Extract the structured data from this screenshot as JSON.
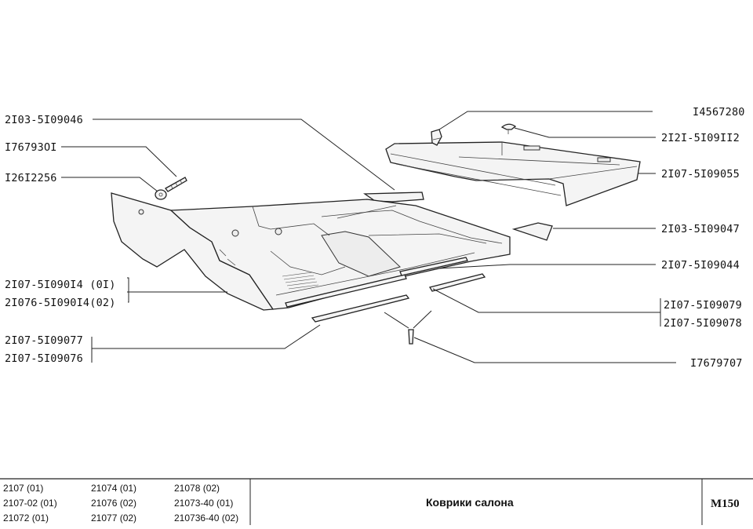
{
  "diagram": {
    "labels": {
      "l1": "2I03-5I09046",
      "l2": "I76793OI",
      "l3": "I26I2256",
      "l4": "2I07-5I090I4 (0I)",
      "l5": "2I076-5I090I4(02)",
      "l6": "2I07-5I09077",
      "l7": "2I07-5I09076",
      "r1": "I4567280",
      "r2": "2I2I-5I09II2",
      "r3": "2I07-5I09055",
      "r4": "2I03-5I09047",
      "r5": "2I07-5I09044",
      "r6": "2I07-5I09079",
      "r7": "2I07-5I09078",
      "r8": "I7679707"
    }
  },
  "title_block": {
    "models": [
      [
        "2107 (01)",
        "21074 (01)",
        "21078 (02)"
      ],
      [
        "2107-02 (01)",
        "21076 (02)",
        "21073-40 (01)"
      ],
      [
        "21072 (01)",
        "21077 (02)",
        "210736-40 (02)"
      ]
    ],
    "title": "Коврики салона",
    "code": "M150"
  }
}
